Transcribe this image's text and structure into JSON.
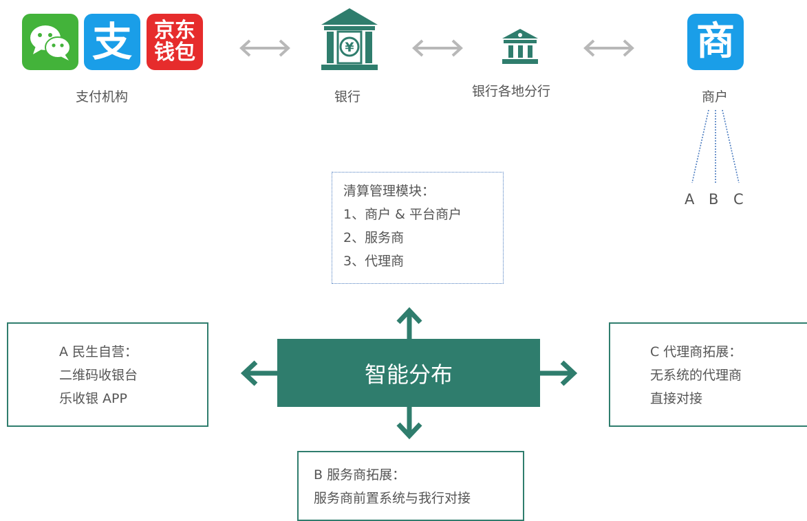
{
  "top": {
    "payment_label": "支付机构",
    "bank_label": "银行",
    "branches_label": "银行各地分行",
    "merchant_label": "商户",
    "merchant_icon_char": "商",
    "jd_line1": "京东",
    "jd_line2": "钱包",
    "alipay_char": "支",
    "merchant_branches": [
      "A",
      "B",
      "C"
    ],
    "icons": [
      "wechat-icon",
      "alipay-icon",
      "jd-wallet-icon",
      "bank-yuan-icon",
      "bank-branch-icon",
      "merchant-icon"
    ]
  },
  "clearing": {
    "title": "清算管理模块：",
    "items": [
      "1、商户 & 平台商户",
      "2、服务商",
      "3、代理商"
    ]
  },
  "center": {
    "label": "智能分布"
  },
  "left_box": {
    "lines": [
      "A 民生自营：",
      "二维码收银台",
      "乐收银 APP"
    ]
  },
  "right_box": {
    "lines": [
      "C 代理商拓展：",
      "无系统的代理商",
      "直接对接"
    ]
  },
  "bottom_box": {
    "lines": [
      "B 服务商拓展：",
      "服务商前置系统与我行对接"
    ]
  },
  "colors": {
    "green": "#2f7d6d",
    "wechat": "#43b33a",
    "alipay": "#1a9ee8",
    "jd": "#e62c2c",
    "merchant": "#1a9ee8",
    "arrow_gray": "#b8b8b8",
    "dotted": "#4a7bbf"
  }
}
